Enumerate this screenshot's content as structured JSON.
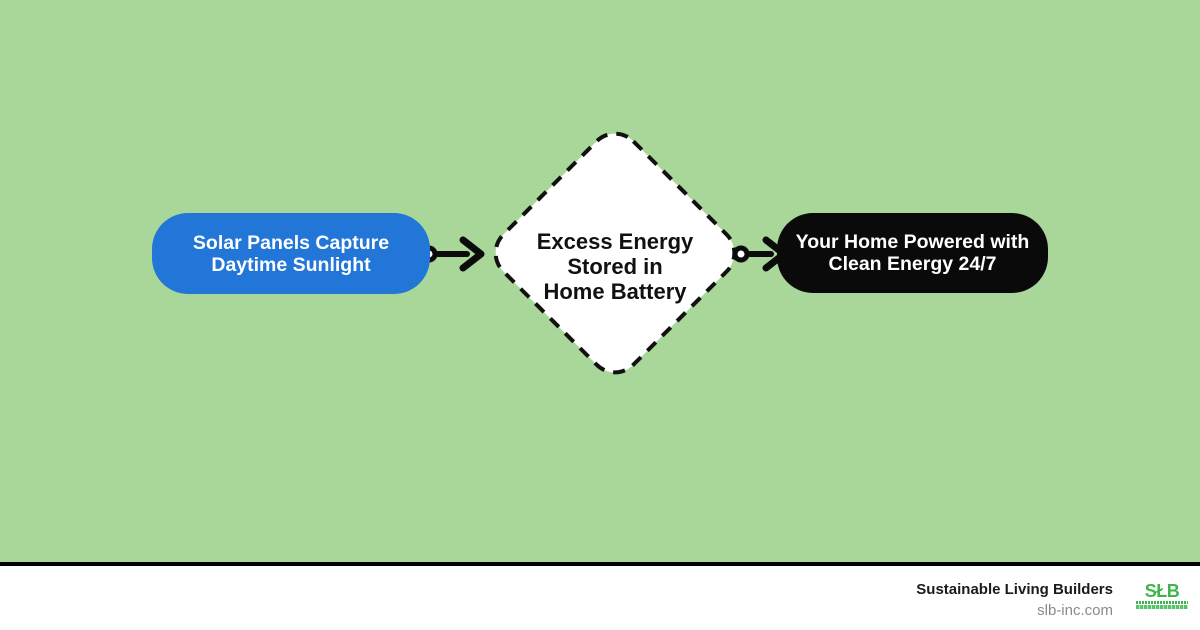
{
  "diagram": {
    "nodes": [
      {
        "id": "solar",
        "shape": "rounded-rect",
        "label": "Solar Panels Capture Daytime Sunlight",
        "lines": [
          "Solar Panels Capture",
          "Daytime Sunlight"
        ]
      },
      {
        "id": "battery",
        "shape": "diamond-dashed",
        "label": "Excess Energy Stored in Home Battery",
        "lines": [
          "Excess Energy",
          "Stored in",
          "Home Battery"
        ]
      },
      {
        "id": "home",
        "shape": "rounded-rect",
        "label": "Your Home Powered with Clean Energy 24/7",
        "lines": [
          "Your Home Powered with",
          "Clean Energy 24/7"
        ]
      }
    ],
    "connectors": [
      {
        "from": "solar",
        "to": "battery",
        "style": "circle-start-arrow-end"
      },
      {
        "from": "battery",
        "to": "home",
        "style": "circle-start-arrow-end"
      }
    ]
  },
  "footer": {
    "company": "Sustainable Living Builders",
    "website": "slb-inc.com",
    "logo_text": "SŁB"
  },
  "colors": {
    "background": "#a9d79a",
    "node_blue": "#2176d8",
    "node_black": "#0a0a0a",
    "diamond_fill": "#ffffff",
    "diamond_border": "#111111",
    "connector_black": "#0b0b0b",
    "footer_bg": "#ffffff",
    "footer_divider": "#000000",
    "website_gray": "#8a8a8a",
    "logo_green": "#3cb54a"
  }
}
